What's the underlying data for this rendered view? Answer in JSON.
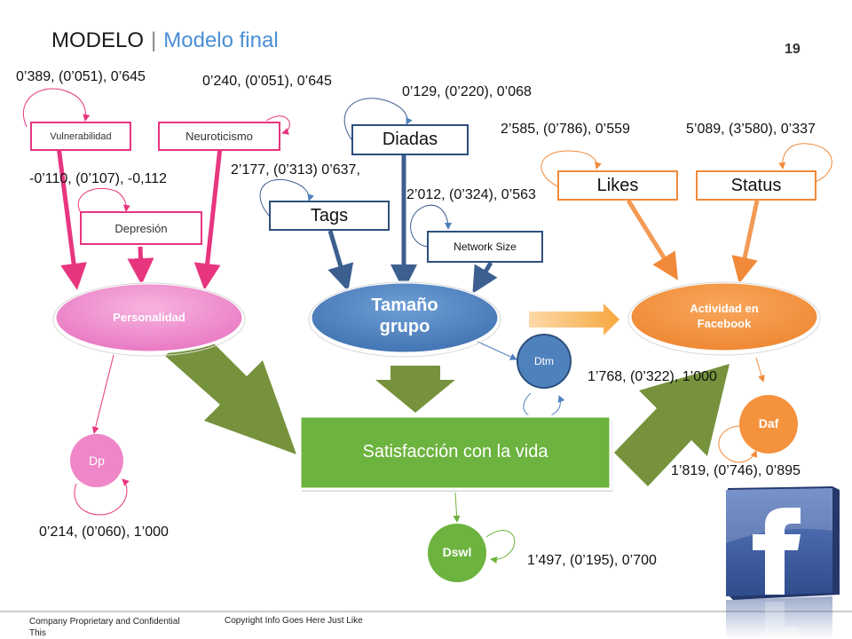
{
  "header": {
    "title": "MODELO",
    "separator": "|",
    "subtitle": "Modelo final",
    "page_number": "19"
  },
  "nodes": {
    "vulnerabilidad": "Vulnerabilidad",
    "neuroticismo": "Neuroticismo",
    "depresion": "Depresión",
    "diadas": "Diadas",
    "tags": "Tags",
    "network_size": "Network Size",
    "likes": "Likes",
    "status": "Status",
    "personalidad": "Personalidad",
    "tamano_line1": "Tamaño",
    "tamano_line2": "grupo",
    "actividad_line1": "Actividad en",
    "actividad_line2": "Facebook",
    "satisfaccion": "Satisfacción con la vida",
    "dp": "Dp",
    "dtm": "Dtm",
    "dswl": "Dswl",
    "daf": "Daf"
  },
  "coefficients": {
    "vulnerabilidad": "0’389, (0’051), 0’645",
    "neuroticismo": "0’240, (0’051), 0’645",
    "diadas": "0’129, (0’220), 0’068",
    "likes": "2’585, (0’786), 0’559",
    "status": "5’089, (3’580), 0’337",
    "depresion": "-0’110, (0’107), -0,112",
    "tags": "2’177, (0’313) 0’637,",
    "network_size": "2’012, (0’324), 0’563",
    "dtm": "1’768, (0’322), 1’000",
    "daf": "1’819, (0’746), 0’895",
    "dp": "0’214, (0’060), 1’000",
    "dswl": "1’497, (0’195), 0’700"
  },
  "footer": {
    "left_line1": "Company Proprietary and Confidential",
    "left_line2": "This",
    "right": "Copyright Info Goes Here Just Like"
  },
  "colors": {
    "pink": "#e8357f",
    "pink_fill": "#ef86c8",
    "navy": "#2c4f7c",
    "blue_fill": "#4f81bd",
    "orange": "#f08a3a",
    "green": "#76923c",
    "green_box": "#6db33f",
    "facebook": "#3b5998"
  },
  "icons": {
    "facebook_logo": "facebook-logo-icon"
  }
}
